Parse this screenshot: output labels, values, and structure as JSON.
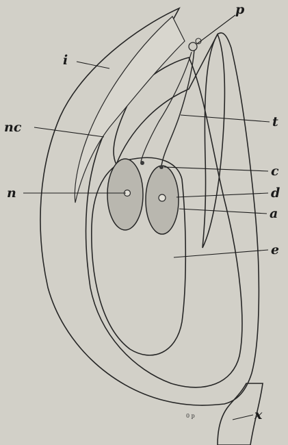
{
  "labels": {
    "i": "i",
    "nc": "nc",
    "n": "n",
    "p": "p",
    "t": "t",
    "c": "c",
    "d": "d",
    "a": "a",
    "e": "e",
    "x": "x",
    "small_mark": "0 p"
  },
  "colors": {
    "background": "#d2d0c8",
    "tissue": "#b4b2aa",
    "tissue_dark": "#9e9c95",
    "sac": "#c3c1b9",
    "line": "#262626"
  }
}
